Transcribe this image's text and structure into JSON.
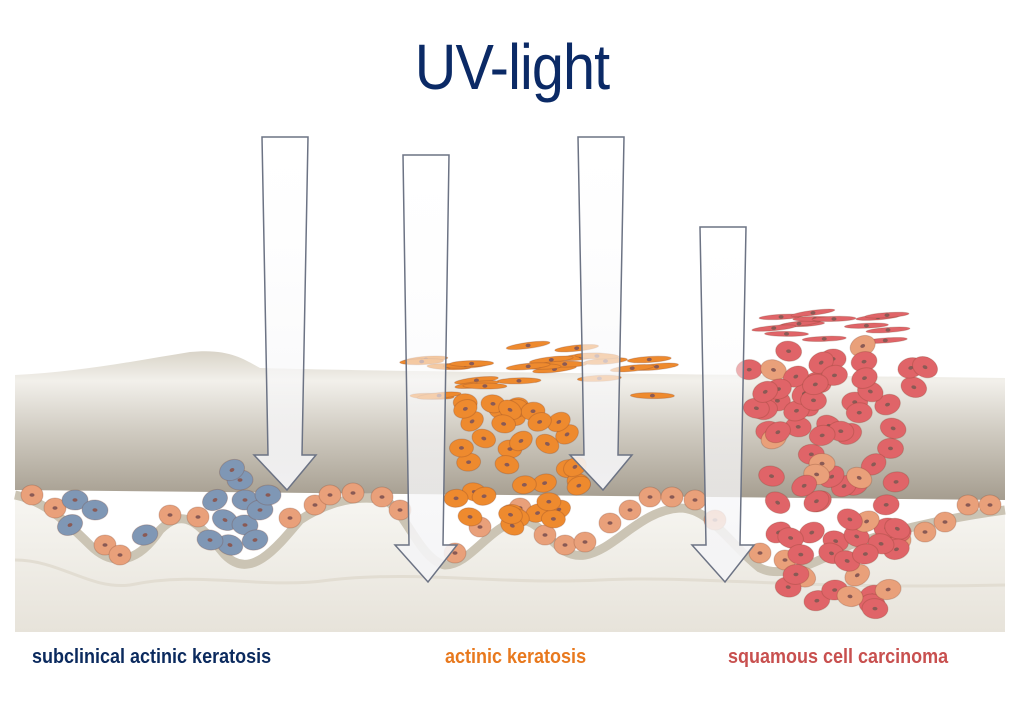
{
  "title": "UV-light",
  "labels": {
    "subclinical": "subclinical actinic keratosis",
    "actinic": "actinic keratosis",
    "scc": "squamous cell carcinoma"
  },
  "colors": {
    "title": "#0b2a66",
    "subclinical": "#0b2a5e",
    "actinic": "#e8791e",
    "scc": "#c8504f",
    "normal_cell": "#e9a07a",
    "blue_cell": "#7f97b5",
    "ak_cell": "#ee8a2e",
    "scc_cell": "#e06468"
  },
  "arrows": [
    "uv-arrow-1",
    "uv-arrow-2",
    "uv-arrow-3",
    "uv-arrow-4"
  ]
}
